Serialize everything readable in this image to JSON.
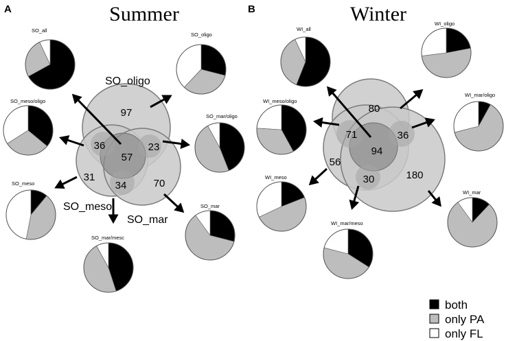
{
  "colors": {
    "both": "#000000",
    "only_pa": "#bdbdbd",
    "only_fl": "#ffffff",
    "venn_fill": "#c9c9c9",
    "venn_stroke": "#7a7a7a",
    "overlap_fill": "#9a9a9a",
    "center_fill": "#7f7f7f"
  },
  "legend": [
    {
      "label": "both",
      "key": "both"
    },
    {
      "label": "only PA",
      "key": "only_pa"
    },
    {
      "label": "only FL",
      "key": "only_fl"
    }
  ],
  "panels": [
    {
      "id": "A",
      "title": "Summer",
      "set_labels": [
        "SO_oligo",
        "SO_meso",
        "SO_mar"
      ],
      "region_counts": {
        "oligo_only": "97",
        "meso_oligo": "36",
        "all": "57",
        "mar_oligo": "23",
        "meso_only": "31",
        "mar_meso": "34",
        "mar_only": "70"
      },
      "pies": [
        {
          "label": "SO_all",
          "both": 0.67,
          "only_pa": 0.26,
          "only_fl": 0.07
        },
        {
          "label": "SO_oligo",
          "both": 0.29,
          "only_pa": 0.33,
          "only_fl": 0.38
        },
        {
          "label": "SO_meso/oligo",
          "both": 0.36,
          "only_pa": 0.3,
          "only_fl": 0.34
        },
        {
          "label": "SO_mar/oligo",
          "both": 0.44,
          "only_pa": 0.48,
          "only_fl": 0.08
        },
        {
          "label": "SO_meso",
          "both": 0.11,
          "only_pa": 0.42,
          "only_fl": 0.47
        },
        {
          "label": "SO_mar",
          "both": 0.29,
          "only_pa": 0.61,
          "only_fl": 0.1
        },
        {
          "label": "SO_mar/mesc",
          "both": 0.45,
          "only_pa": 0.47,
          "only_fl": 0.08
        }
      ]
    },
    {
      "id": "B",
      "title": "Winter",
      "set_labels": [],
      "region_counts": {
        "oligo_only": "80",
        "meso_oligo": "71",
        "all": "94",
        "mar_oligo": "36",
        "meso_only": "56",
        "mar_meso": "30",
        "mar_only": "180"
      },
      "pies": [
        {
          "label": "WI_all",
          "both": 0.56,
          "only_pa": 0.37,
          "only_fl": 0.07
        },
        {
          "label": "WI_oligo",
          "both": 0.22,
          "only_pa": 0.51,
          "only_fl": 0.27
        },
        {
          "label": "WI_meso/oligo",
          "both": 0.42,
          "only_pa": 0.34,
          "only_fl": 0.24
        },
        {
          "label": "WI_mar/oligo",
          "both": 0.08,
          "only_pa": 0.63,
          "only_fl": 0.29
        },
        {
          "label": "WI_meso",
          "both": 0.19,
          "only_pa": 0.49,
          "only_fl": 0.32
        },
        {
          "label": "WI_mar",
          "both": 0.12,
          "only_pa": 0.78,
          "only_fl": 0.1
        },
        {
          "label": "WI_mar/meso",
          "both": 0.34,
          "only_pa": 0.45,
          "only_fl": 0.21
        }
      ]
    }
  ]
}
